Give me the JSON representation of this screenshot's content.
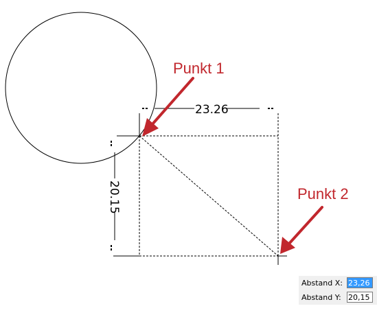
{
  "drawing": {
    "dimension_x_text": "23.26",
    "dimension_y_text": "20.15",
    "callout_1": "Punkt 1",
    "callout_2": "Punkt 2",
    "callout_color": "#c1272d"
  },
  "abstand": {
    "x_label": "Abstand X:",
    "x_value": "23,26",
    "y_label": "Abstand Y:",
    "y_value": "20,15"
  }
}
